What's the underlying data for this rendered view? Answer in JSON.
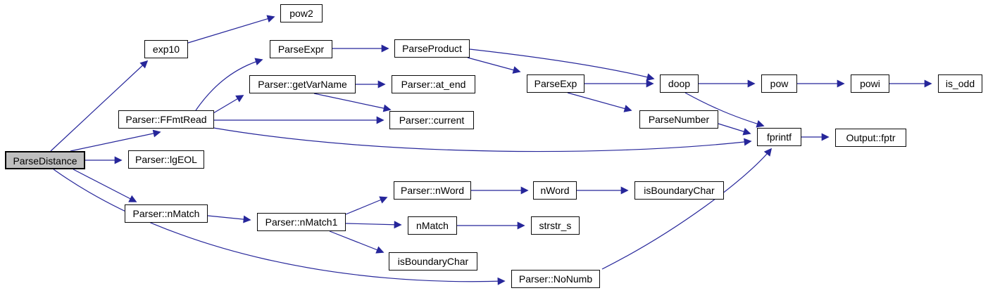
{
  "diagram": {
    "type": "call-graph",
    "background_color": "#ffffff",
    "edge_color": "#26269a",
    "node_fill": "#ffffff",
    "node_border_color": "#0a0a0a",
    "root_fill": "#bfbfbf",
    "root_label": "ParseDistance"
  },
  "nodes": [
    {
      "id": "ParseDistance",
      "label": "ParseDistance"
    },
    {
      "id": "exp10",
      "label": "exp10"
    },
    {
      "id": "pow2",
      "label": "pow2"
    },
    {
      "id": "ParseExpr",
      "label": "ParseExpr"
    },
    {
      "id": "ParseProduct",
      "label": "ParseProduct"
    },
    {
      "id": "Parser::getVarName",
      "label": "Parser::getVarName"
    },
    {
      "id": "Parser::at_end",
      "label": "Parser::at_end"
    },
    {
      "id": "Parser::current",
      "label": "Parser::current"
    },
    {
      "id": "Parser::FFmtRead",
      "label": "Parser::FFmtRead"
    },
    {
      "id": "Parser::lgEOL",
      "label": "Parser::lgEOL"
    },
    {
      "id": "ParseExp",
      "label": "ParseExp"
    },
    {
      "id": "doop",
      "label": "doop"
    },
    {
      "id": "ParseNumber",
      "label": "ParseNumber"
    },
    {
      "id": "pow",
      "label": "pow"
    },
    {
      "id": "powi",
      "label": "powi"
    },
    {
      "id": "is_odd",
      "label": "is_odd"
    },
    {
      "id": "fprintf",
      "label": "fprintf"
    },
    {
      "id": "Output::fptr",
      "label": "Output::fptr"
    },
    {
      "id": "Parser::nMatch",
      "label": "Parser::nMatch"
    },
    {
      "id": "Parser::nMatch1",
      "label": "Parser::nMatch1"
    },
    {
      "id": "Parser::nWord",
      "label": "Parser::nWord"
    },
    {
      "id": "nWord",
      "label": "nWord"
    },
    {
      "id": "isBoundaryChar_top",
      "label": "isBoundaryChar"
    },
    {
      "id": "nMatch",
      "label": "nMatch"
    },
    {
      "id": "strstr_s",
      "label": "strstr_s"
    },
    {
      "id": "isBoundaryChar",
      "label": "isBoundaryChar"
    },
    {
      "id": "Parser::NoNumb",
      "label": "Parser::NoNumb"
    }
  ],
  "edges": [
    {
      "from": "ParseDistance",
      "to": "exp10"
    },
    {
      "from": "ParseDistance",
      "to": "Parser::FFmtRead"
    },
    {
      "from": "ParseDistance",
      "to": "Parser::lgEOL"
    },
    {
      "from": "ParseDistance",
      "to": "Parser::nMatch"
    },
    {
      "from": "ParseDistance",
      "to": "Parser::NoNumb"
    },
    {
      "from": "exp10",
      "to": "pow2"
    },
    {
      "from": "Parser::FFmtRead",
      "to": "ParseExpr"
    },
    {
      "from": "Parser::FFmtRead",
      "to": "Parser::getVarName"
    },
    {
      "from": "Parser::FFmtRead",
      "to": "Parser::current"
    },
    {
      "from": "Parser::FFmtRead",
      "to": "fprintf"
    },
    {
      "from": "ParseExpr",
      "to": "ParseProduct"
    },
    {
      "from": "ParseProduct",
      "to": "ParseExp"
    },
    {
      "from": "ParseProduct",
      "to": "doop"
    },
    {
      "from": "ParseExp",
      "to": "doop"
    },
    {
      "from": "ParseExp",
      "to": "ParseNumber"
    },
    {
      "from": "ParseNumber",
      "to": "fprintf"
    },
    {
      "from": "doop",
      "to": "pow"
    },
    {
      "from": "doop",
      "to": "fprintf"
    },
    {
      "from": "pow",
      "to": "powi"
    },
    {
      "from": "powi",
      "to": "is_odd"
    },
    {
      "from": "fprintf",
      "to": "Output::fptr"
    },
    {
      "from": "Parser::getVarName",
      "to": "Parser::at_end"
    },
    {
      "from": "Parser::getVarName",
      "to": "Parser::current"
    },
    {
      "from": "Parser::nMatch",
      "to": "Parser::nMatch1"
    },
    {
      "from": "Parser::nMatch1",
      "to": "Parser::nWord"
    },
    {
      "from": "Parser::nMatch1",
      "to": "nMatch"
    },
    {
      "from": "Parser::nMatch1",
      "to": "isBoundaryChar"
    },
    {
      "from": "Parser::nWord",
      "to": "nWord"
    },
    {
      "from": "nWord",
      "to": "isBoundaryChar_top"
    },
    {
      "from": "nMatch",
      "to": "strstr_s"
    },
    {
      "from": "Parser::NoNumb",
      "to": "fprintf"
    }
  ]
}
